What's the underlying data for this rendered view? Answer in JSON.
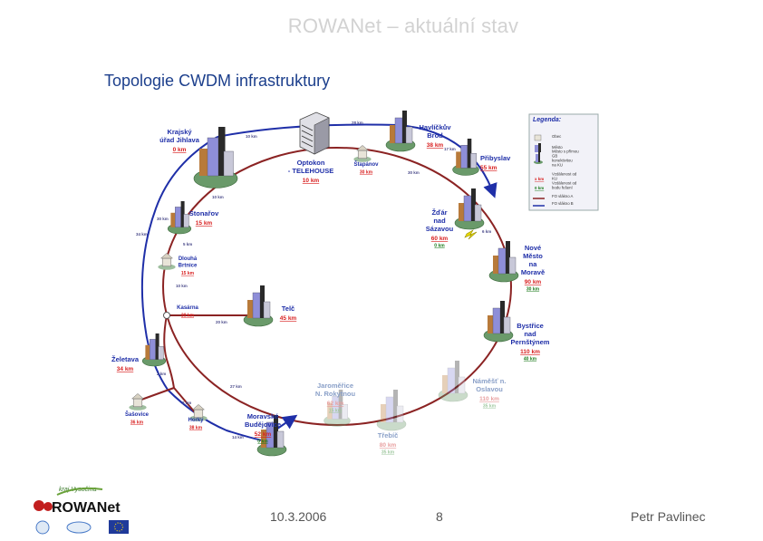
{
  "slide": {
    "title": "ROWANet – aktuální stav",
    "subtitle": "Topologie CWDM infrastruktury",
    "date": "10.3.2006",
    "page_number": "8",
    "author": "Petr Pavlinec"
  },
  "colors": {
    "fiber_a": "#8b2323",
    "fiber_b": "#1f2fa8",
    "distance_red": "#d81e1e",
    "distance_green": "#1a7a1a",
    "title_gray": "#d2d2d2",
    "subtitle_blue": "#1c3f8c"
  },
  "nodes": [
    {
      "id": "jihlava",
      "name_lines": [
        "Krajský",
        "úřad Jihlava"
      ],
      "dist": "0 km",
      "type": "city"
    },
    {
      "id": "optokon",
      "name_lines": [
        "Optokon",
        "- TELEHOUSE"
      ],
      "dist": "10 km",
      "type": "telehouse"
    },
    {
      "id": "havlickuv",
      "name_lines": [
        "Havlíčkův",
        "Brod"
      ],
      "dist": "38 km",
      "type": "city"
    },
    {
      "id": "stapanov",
      "name_lines": [
        "Štapánov"
      ],
      "dist": "30 km",
      "type": "village"
    },
    {
      "id": "pribyslav",
      "name_lines": [
        "Přibyslav"
      ],
      "dist": "55 km",
      "type": "city"
    },
    {
      "id": "zdar",
      "name_lines": [
        "Žďár",
        "nad",
        "Sázavou"
      ],
      "dist": "60 km",
      "dist_green": "0 km",
      "type": "city"
    },
    {
      "id": "nmnm",
      "name_lines": [
        "Nové",
        "Město",
        "na",
        "Moravě"
      ],
      "dist": "90 km",
      "dist_green": "30 km",
      "type": "city"
    },
    {
      "id": "bystrice",
      "name_lines": [
        "Bystřice",
        "nad",
        "Pernštýnem"
      ],
      "dist": "110 km",
      "dist_green": "40 km",
      "type": "city"
    },
    {
      "id": "namest",
      "name_lines": [
        "Náměšť n.",
        "Oslavou"
      ],
      "dist": "110 km",
      "dist_green": "35 km",
      "type": "city_faded"
    },
    {
      "id": "jaromerice",
      "name_lines": [
        "Jaroměřice",
        "N. Rokytnou"
      ],
      "dist": "62 km",
      "dist_green": "15 km",
      "type": "city_faded"
    },
    {
      "id": "trebic",
      "name_lines": [
        "Třebíč"
      ],
      "dist": "80 km",
      "dist_green": "35 km",
      "type": "city_faded"
    },
    {
      "id": "mbudejovice",
      "name_lines": [
        "Moravské",
        "Budějovice"
      ],
      "dist": "52 km",
      "dist_green": "0 km",
      "type": "city"
    },
    {
      "id": "horky",
      "name_lines": [
        "Horky"
      ],
      "dist": "38 km",
      "type": "village"
    },
    {
      "id": "sasovice",
      "name_lines": [
        "Šašovice"
      ],
      "dist": "36 km",
      "type": "village"
    },
    {
      "id": "zeletava",
      "name_lines": [
        "Želetava"
      ],
      "dist": "34 km",
      "type": "city"
    },
    {
      "id": "kasarna",
      "name_lines": [
        "Kasárna"
      ],
      "dist": "30 km",
      "type": "junction"
    },
    {
      "id": "telc",
      "name_lines": [
        "Telč"
      ],
      "dist": "45 km",
      "type": "city"
    },
    {
      "id": "dlouha",
      "name_lines": [
        "Dlouhá",
        "Brtnice"
      ],
      "dist": "15 km",
      "type": "village"
    },
    {
      "id": "stonarov",
      "name_lines": [
        "Stonařov"
      ],
      "dist": "15 km",
      "type": "city"
    }
  ],
  "segments": [
    {
      "label": "10 km"
    },
    {
      "label": "28 km"
    },
    {
      "label": "17 km"
    },
    {
      "label": "30 km"
    },
    {
      "label": "6 km"
    },
    {
      "label": "10 km"
    },
    {
      "label": "5 km"
    },
    {
      "label": "34 km"
    },
    {
      "label": "10 km"
    },
    {
      "label": "20 km"
    },
    {
      "label": "2 km"
    },
    {
      "label": "27 km"
    },
    {
      "label": "14 km"
    },
    {
      "label": "2 km"
    },
    {
      "label": "30 km"
    }
  ],
  "legend": {
    "title": "Legenda:",
    "items": [
      {
        "label": "Obec"
      },
      {
        "label": "Město"
      },
      {
        "label": "Město s přímou GB konektivitou na KU"
      },
      {
        "label": "Vzdálenost od KU",
        "sample": "x km"
      },
      {
        "label": "Vzdálenost od bodu řešení",
        "sample": "0 km"
      },
      {
        "label": "FO vlákno A"
      },
      {
        "label": "FO vlákno B"
      }
    ]
  },
  "logos": {
    "brand": "ROWANet",
    "tagline": "kraj Vysočina"
  }
}
